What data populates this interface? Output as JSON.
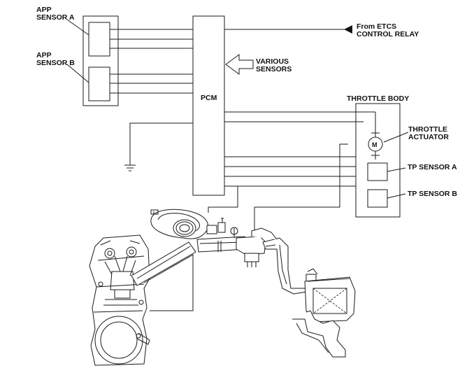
{
  "labels": {
    "app_a_1": "APP",
    "app_a_2": "SENSOR A",
    "app_b_1": "APP",
    "app_b_2": "SENSOR B",
    "etcs_1": "From ETCS",
    "etcs_2": "CONTROL RELAY",
    "various_1": "VARIOUS",
    "various_2": "SENSORS",
    "pcm": "PCM",
    "throttle_body": "THROTTLE BODY",
    "actuator_1": "THROTTLE",
    "actuator_2": "ACTUATOR",
    "motor": "M",
    "tp_a": "TP SENSOR A",
    "tp_b": "TP SENSOR B"
  }
}
